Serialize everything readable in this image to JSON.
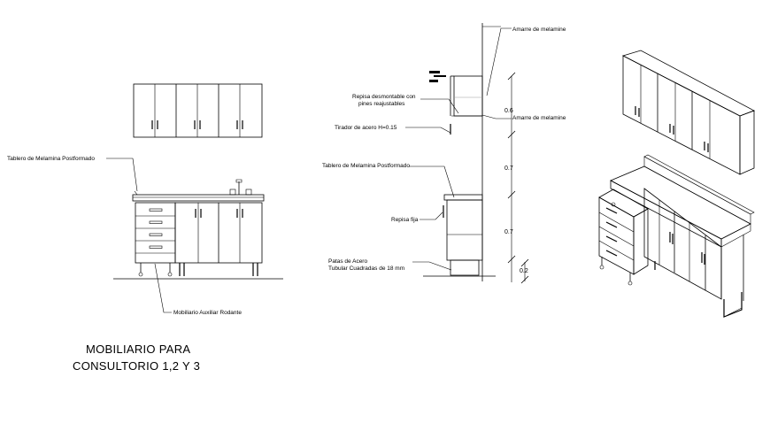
{
  "title": {
    "line1": "MOBILIARIO PARA",
    "line2": "CONSULTORIO 1,2 Y 3"
  },
  "front_view": {
    "labels": {
      "tablero": "Tablero de Melamina Postformado",
      "mobiliario": "Mobiliario Auxiliar Rodante"
    }
  },
  "section_view": {
    "labels": {
      "amarre_top": "Amarre de melamine",
      "repisa_desmontable_1": "Repisa desmontable con",
      "repisa_desmontable_2": "pines reajustables",
      "amarre_mid": "Amarre de melamine",
      "tirador": "Tirador de acero H=0.15",
      "tablero": "Tablero de Melamina Postformado",
      "repisa_fija": "Repisa fija",
      "patas_1": "Patas de Acero",
      "patas_2": "Tubular Cuadradas de 18 mm"
    },
    "dimensions": [
      "0.6",
      "0.7",
      "0.7",
      "0.2"
    ]
  },
  "isometric_view": {}
}
